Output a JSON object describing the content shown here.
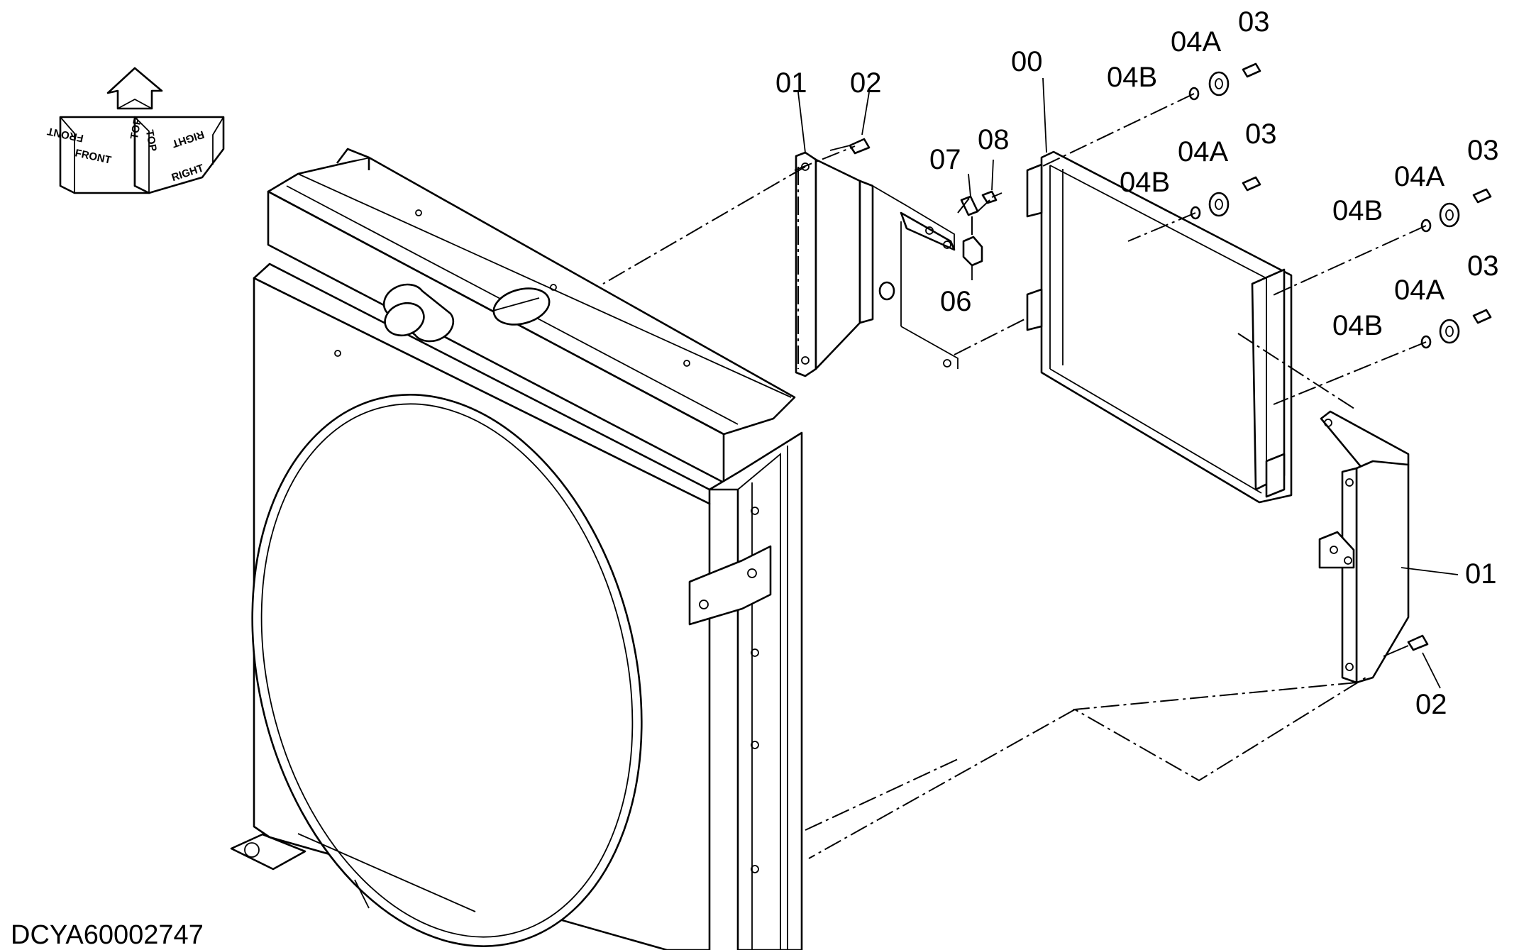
{
  "diagram_code": "DCYA60002747",
  "orientation": {
    "front": "FRONT",
    "top": "TOP",
    "right": "RIGHT"
  },
  "callouts": {
    "c00": "00",
    "c01_left": "01",
    "c01_right": "01",
    "c02_top": "02",
    "c02_bottom": "02",
    "c03_a": "03",
    "c03_b": "03",
    "c03_c": "03",
    "c03_d": "03",
    "c04a_a": "04A",
    "c04a_b": "04A",
    "c04a_c": "04A",
    "c04a_d": "04A",
    "c04b_a": "04B",
    "c04b_b": "04B",
    "c04b_c": "04B",
    "c04b_d": "04B",
    "c06": "06",
    "c07": "07",
    "c08": "08"
  }
}
